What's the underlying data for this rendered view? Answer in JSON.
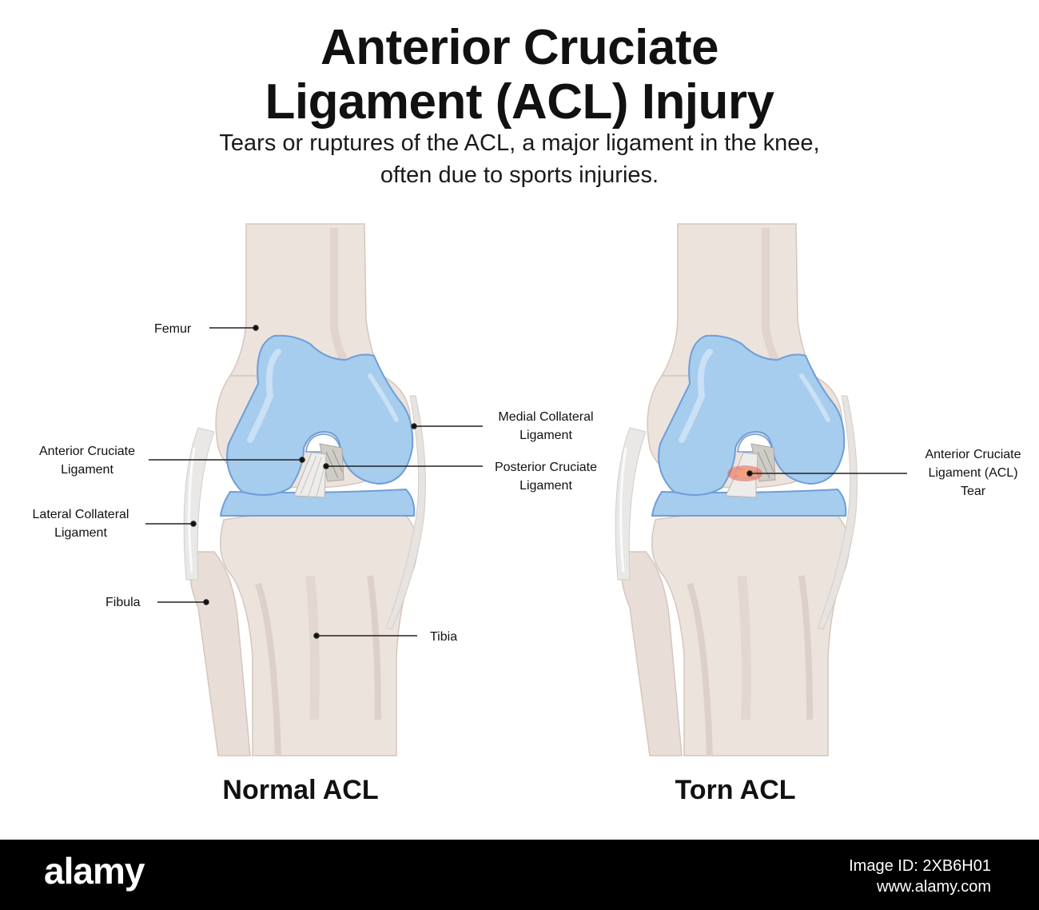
{
  "header": {
    "title_line1": "Anterior Cruciate",
    "title_line2": "Ligament (ACL) Injury",
    "subtitle_line1": "Tears or ruptures of the ACL, a major ligament in the knee,",
    "subtitle_line2": "often due to sports injuries."
  },
  "normal": {
    "caption": "Normal ACL",
    "labels": {
      "femur": "Femur",
      "acl_line1": "Anterior Cruciate",
      "acl_line2": "Ligament",
      "lcl_line1": "Lateral Collateral",
      "lcl_line2": "Ligament",
      "fibula": "Fibula",
      "mcl_line1": "Medial Collateral",
      "mcl_line2": "Ligament",
      "pcl_line1": "Posterior Cruciate",
      "pcl_line2": "Ligament",
      "tibia": "Tibia"
    }
  },
  "torn": {
    "caption": "Torn ACL",
    "labels": {
      "tear_line1": "Anterior Cruciate",
      "tear_line2": "Ligament (ACL)",
      "tear_line3": "Tear"
    }
  },
  "footer": {
    "brand": "alamy",
    "image_id": "Image ID: 2XB6H01",
    "site": "www.alamy.com"
  },
  "colors": {
    "bone": "#ede3dd",
    "bone_shade": "#d9cbc3",
    "cartilage": "#a6ccee",
    "cartilage_edge": "#6f9ed6",
    "ligament": "#e6e4e2",
    "tear": "#e8604a"
  }
}
